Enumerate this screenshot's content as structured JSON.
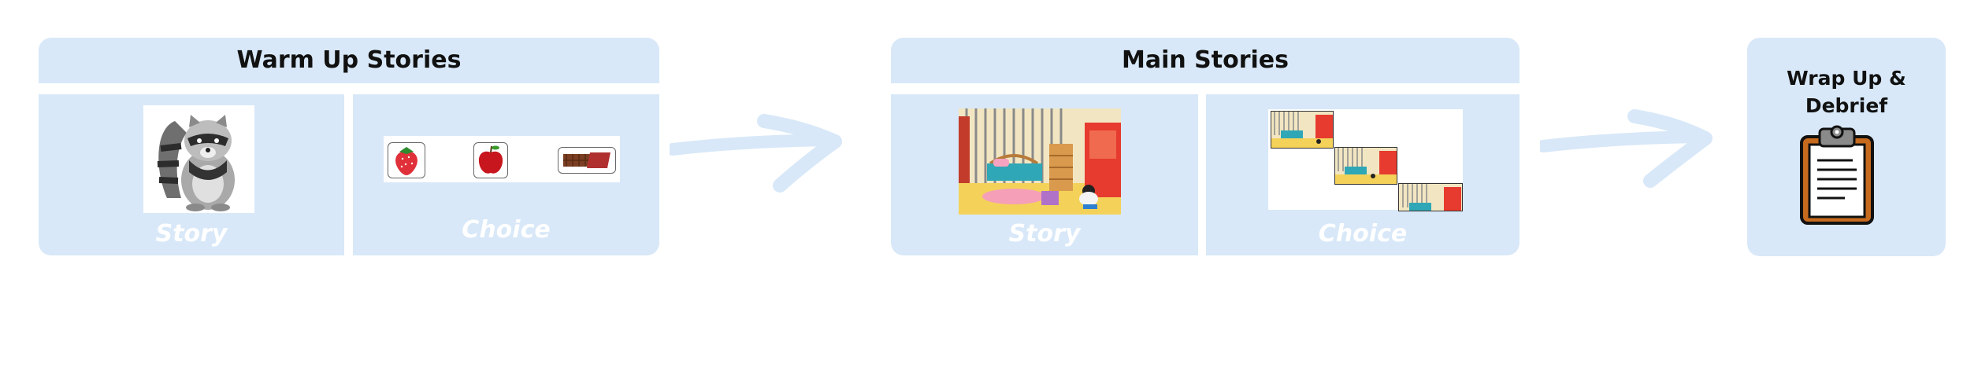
{
  "sections": [
    {
      "title": "Warm Up Stories",
      "story_label": "Story",
      "choice_label": "Choice"
    },
    {
      "title": "Main Stories",
      "story_label": "Story",
      "choice_label": "Choice"
    },
    {
      "title": "Wrap Up & Debrief"
    }
  ],
  "colors": {
    "panel": "#d8e8f8",
    "arrow": "#d8e8f8",
    "label": "#ffffff",
    "title": "#111111"
  },
  "icons": [
    "raccoon-illustration",
    "strawberry-icon",
    "apple-icon",
    "chocolate-bar-icon",
    "bedroom-scene",
    "clipboard-icon"
  ]
}
